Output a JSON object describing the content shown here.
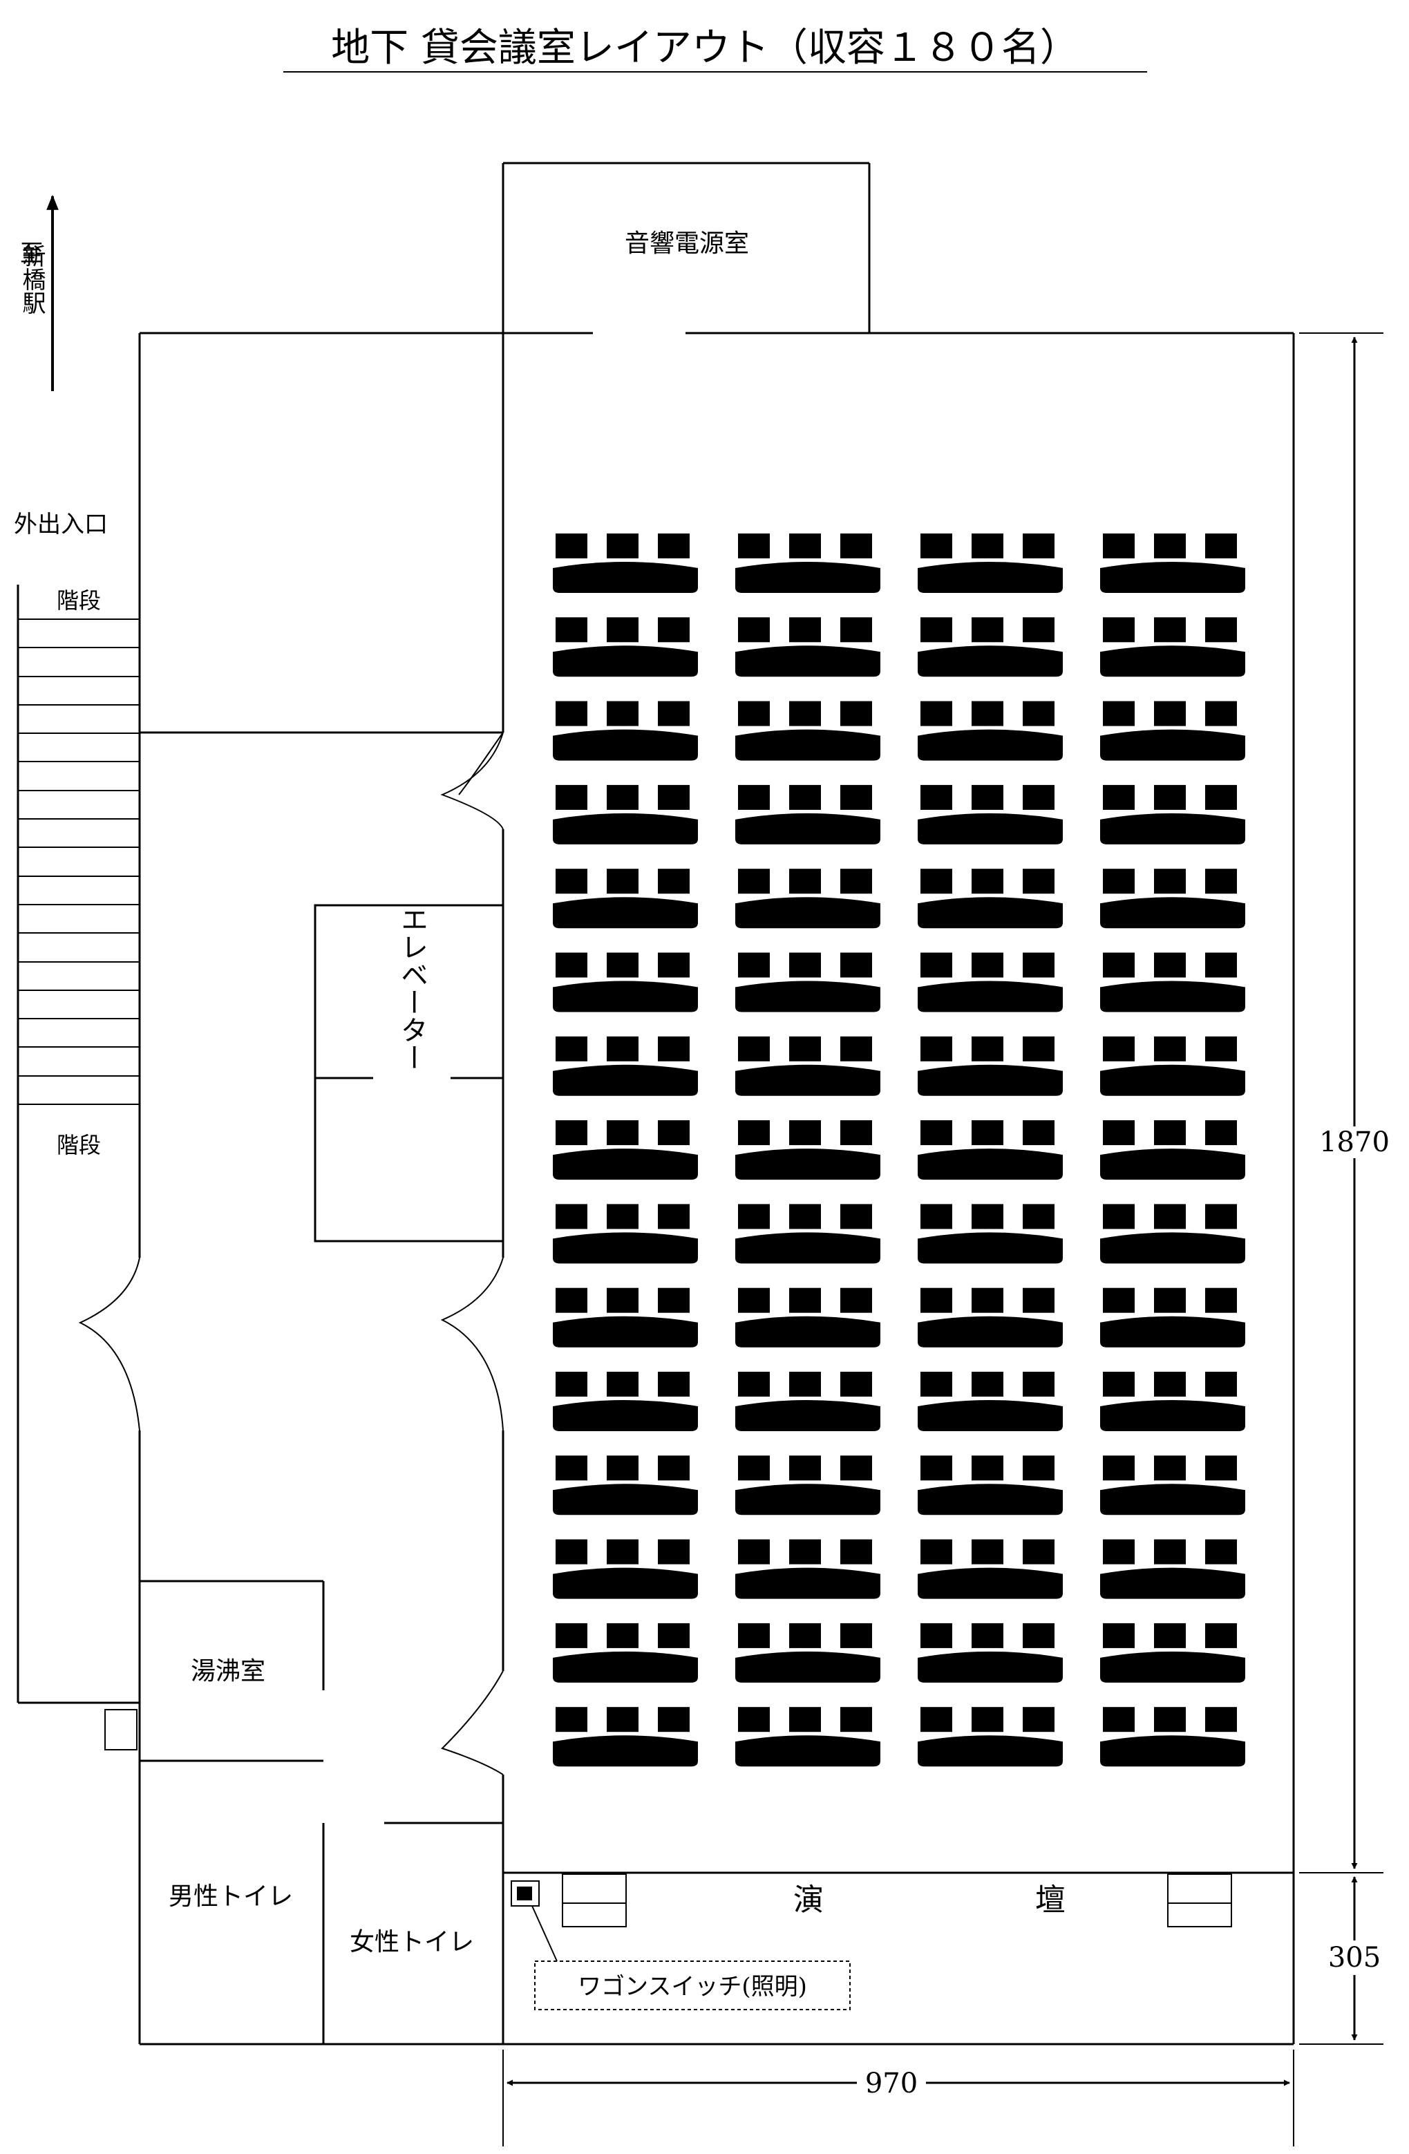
{
  "title": "地下 貸会議室レイアウト（収容１８０名）",
  "direction": {
    "to": "至",
    "station": "新橋駅"
  },
  "labels": {
    "exit": "外出入口",
    "stairs_top": "階段",
    "stairs_bottom": "階段",
    "sound_room": "音響電源室",
    "elevator": "エレベーター",
    "kitchen": "湯沸室",
    "mens_toilet": "男性トイレ",
    "womens_toilet": "女性トイレ",
    "stage_left": "演",
    "stage_right": "壇",
    "switch": "ワゴンスイッチ(照明)"
  },
  "dimensions": {
    "depth": "1870",
    "stage_depth": "305",
    "width": "970"
  },
  "seating": {
    "rows": 15,
    "columns": 4,
    "seats_per_table": 3,
    "capacity": 180
  }
}
